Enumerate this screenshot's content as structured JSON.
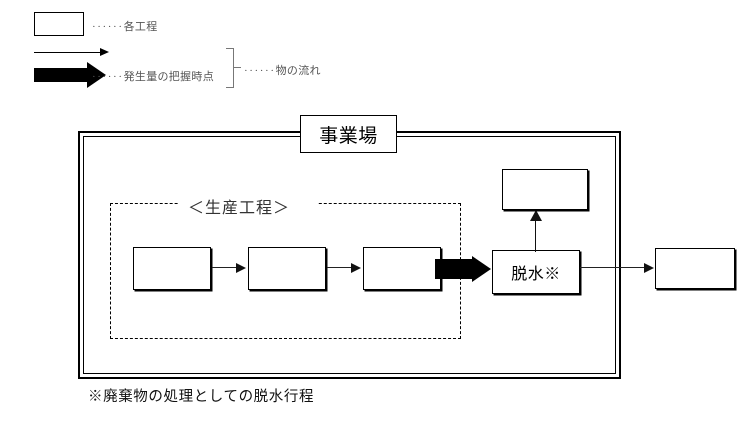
{
  "diagram": {
    "type": "process-flow",
    "legend": {
      "items": [
        {
          "id": "process-box",
          "symbol": "empty-rectangle",
          "dots": "······",
          "label": "各工程"
        },
        {
          "id": "thin-arrow",
          "symbol": "thin-arrow",
          "dots": "",
          "label": ""
        },
        {
          "id": "thick-arrow",
          "symbol": "thick-arrow",
          "dots": "······",
          "label": "発生量の把握時点"
        }
      ],
      "bracket_group": {
        "dots": "······",
        "label": "物の流れ"
      }
    },
    "site": {
      "title": "事業場"
    },
    "production": {
      "title": "＜生産工程＞",
      "steps": [
        {
          "id": "step-1",
          "label": ""
        },
        {
          "id": "step-2",
          "label": ""
        },
        {
          "id": "step-3",
          "label": ""
        }
      ]
    },
    "treatment": {
      "dewater": {
        "label": "脱水※"
      },
      "upper_output": {
        "label": ""
      },
      "external_output": {
        "label": ""
      }
    },
    "footnote": "※廃棄物の処理としての脱水行程"
  },
  "colors": {
    "ink": "#000000",
    "legend_text": "#555555",
    "line": "#222222"
  }
}
